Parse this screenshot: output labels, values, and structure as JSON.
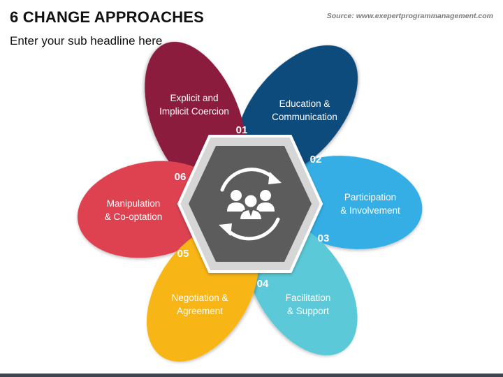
{
  "header": {
    "title": "6 CHANGE APPROACHES",
    "subtitle": "Enter your sub headline here",
    "source": "Source: www.exepertprogrammanagement.com"
  },
  "icon": {
    "name": "team-cycle-icon"
  },
  "petals": [
    {
      "number": "01",
      "line1": "Explicit and",
      "line2": "Implicit Coercion",
      "color": "#8c1b3d"
    },
    {
      "number": "02",
      "line1": "Education &",
      "line2": "Communication",
      "color": "#0b4c7d"
    },
    {
      "number": "03",
      "line1": "Participation",
      "line2": "& Involvement",
      "color": "#35aee6"
    },
    {
      "number": "04",
      "line1": "Facilitation",
      "line2": "& Support",
      "color": "#5bc9d8"
    },
    {
      "number": "05",
      "line1": "Negotiation &",
      "line2": "Agreement",
      "color": "#f7b516"
    },
    {
      "number": "06",
      "line1": "Manipulation",
      "line2": "& Co-optation",
      "color": "#de4351"
    }
  ],
  "colors": {
    "hex_outer": "#d6d6d6",
    "hex_inner": "#5c5c5c",
    "bottom_bar": "#3d4550"
  }
}
